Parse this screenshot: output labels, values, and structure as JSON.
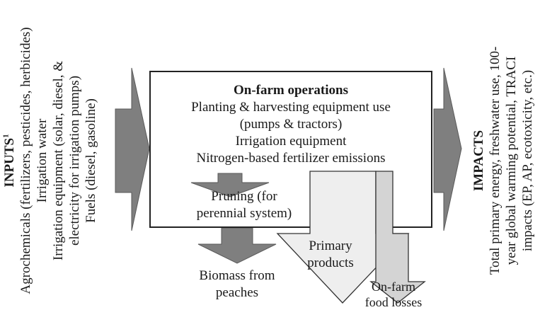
{
  "inputs": {
    "title": "INPUTS",
    "title_sup": "1",
    "lines": [
      "Agrochemicals (fertilizers, pesticides, herbicides)",
      "Irrigation water",
      "Irrigation equipment (solar, diesel, &",
      "electricity for irrigation pumps)",
      "Fuels (diesel, gasoline)"
    ]
  },
  "operations": {
    "title": "On-farm operations",
    "lines": [
      "Planting & harvesting equipment use",
      "(pumps & tractors)",
      "Irrigation equipment",
      "Nitrogen-based fertilizer emissions"
    ]
  },
  "pruning": {
    "lines": [
      "Pruning (for",
      "perennial system)"
    ]
  },
  "biomass": {
    "lines": [
      "Biomass from",
      "peaches"
    ]
  },
  "primary_products": {
    "lines": [
      "Primary",
      "products"
    ]
  },
  "food_losses": {
    "lines": [
      "On-farm",
      "food losses"
    ]
  },
  "impacts": {
    "title": "IMPACTS",
    "lines": [
      "Total primary energy, freshwater use, 100-",
      "year global warming potential, TRACI",
      "impacts (EP, AP, ecotoxicity, etc.)"
    ]
  },
  "colors": {
    "dark_arrow": "#7f7f7f",
    "light_arrow": "#eeeeee",
    "mid_arrow": "#d4d4d4",
    "stroke": "#222222"
  }
}
